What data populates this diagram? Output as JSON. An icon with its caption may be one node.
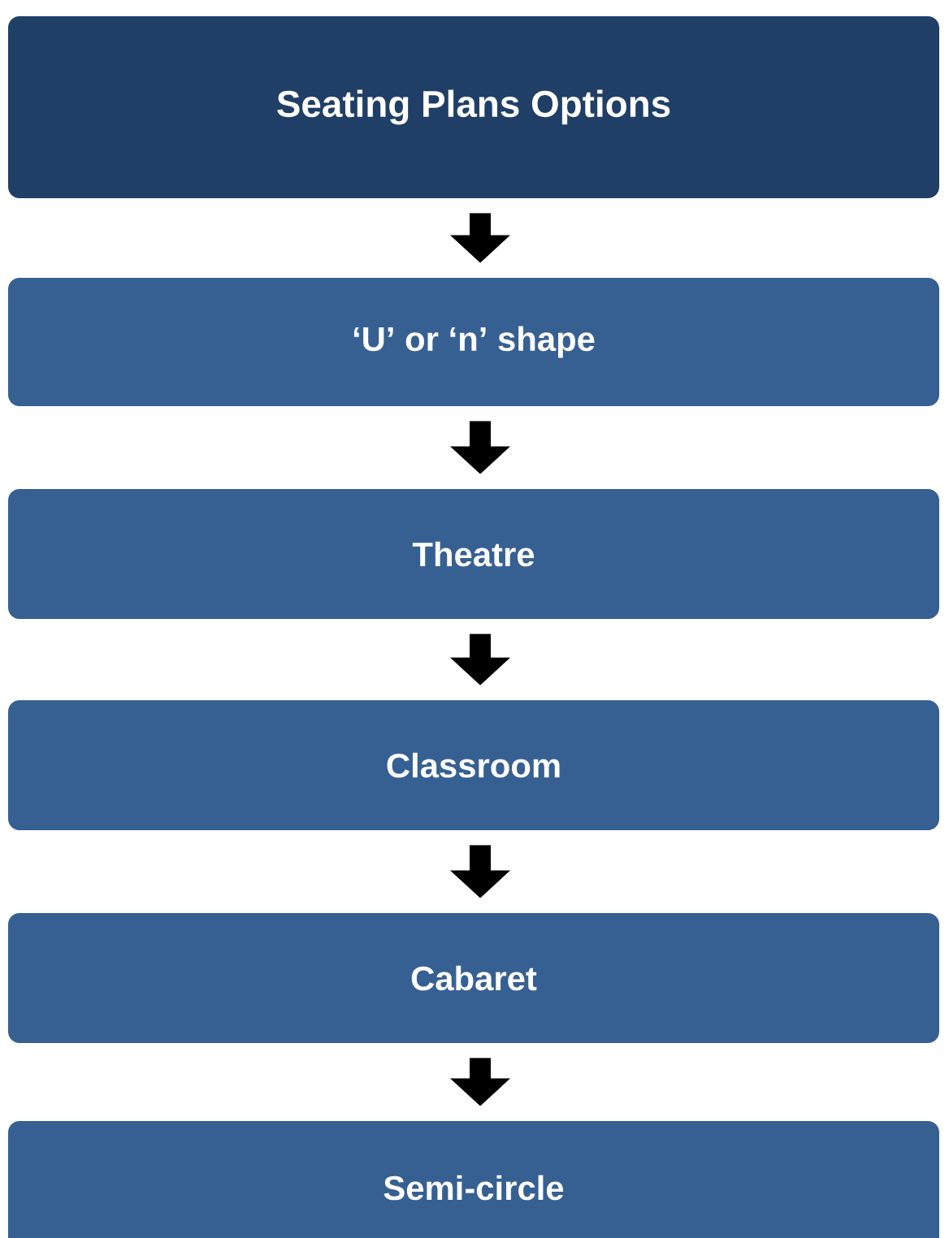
{
  "diagram": {
    "nodes": [
      {
        "text": [
          "Seating Plans Options"
        ]
      },
      {
        "text": [
          "‘U’ or ‘n’ shape"
        ]
      },
      {
        "text": [
          "Theatre"
        ]
      },
      {
        "text": [
          "Classroom"
        ]
      },
      {
        "text": [
          "Cabaret"
        ]
      },
      {
        "text": [
          "Semi-circle"
        ]
      }
    ],
    "edges": [
      {
        "from": 0,
        "to": 1,
        "arrow": "to"
      },
      {
        "from": 1,
        "to": 2,
        "arrow": "to"
      },
      {
        "from": 2,
        "to": 3,
        "arrow": "to"
      },
      {
        "from": 3,
        "to": 4,
        "arrow": "to"
      },
      {
        "from": 4,
        "to": 5,
        "arrow": "to"
      }
    ]
  }
}
